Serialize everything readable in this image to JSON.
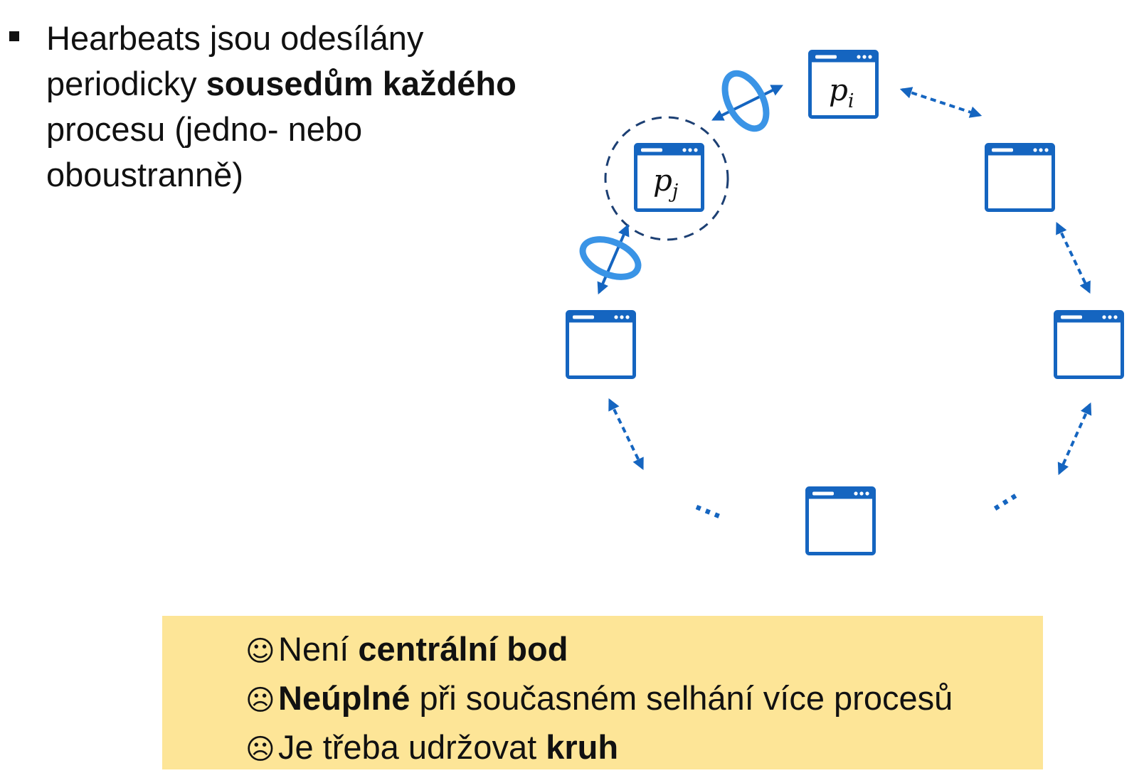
{
  "bullet": {
    "line1": "Hearbeats jsou odesílány",
    "line2_normal": "periodicky ",
    "line2_bold": "sousedům každého",
    "line3": "procesu (jedno- nebo",
    "line4": "oboustranně)"
  },
  "diagram": {
    "process_i": {
      "base": "p",
      "sub": "i"
    },
    "process_j": {
      "base": "p",
      "sub": "j"
    },
    "ellipsis_left": "…",
    "ellipsis_right": "…",
    "accent_color": "#1565c0",
    "ring_color": "#3a94e6",
    "icon_name": "app-window-icon"
  },
  "box": {
    "bg_color": "#fde597",
    "line1": {
      "icon": "☺",
      "pre": "Není ",
      "bold": "centrální bod",
      "post": ""
    },
    "line2": {
      "icon": "☹",
      "pre": "",
      "bold": "Neúplné",
      "post": " při současném selhání více procesů"
    },
    "line3": {
      "icon": "☹",
      "pre": "Je třeba udržovat ",
      "bold": "kruh",
      "post": ""
    }
  }
}
